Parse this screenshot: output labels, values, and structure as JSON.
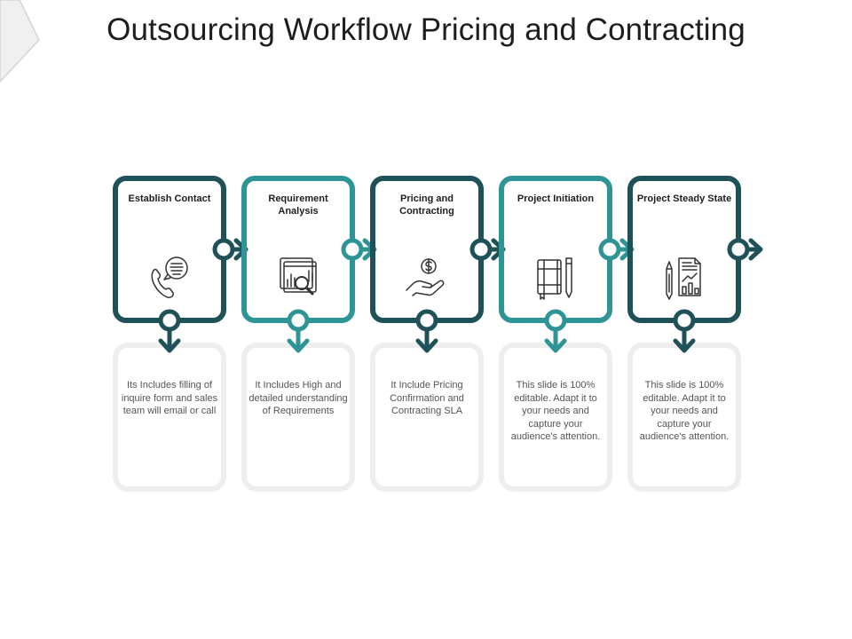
{
  "title": "Outsourcing Workflow Pricing and Contracting",
  "colors": {
    "dark": "#1f5258",
    "teal": "#2e9496",
    "ghost": "#eeeeee",
    "text": "#555555"
  },
  "steps": [
    {
      "label": "Establish Contact",
      "icon": "phone-chat-icon",
      "color": "dark",
      "description": "Its Includes filling of inquire form and sales team will email or call"
    },
    {
      "label": "Requirement Analysis",
      "icon": "analysis-magnifier-icon",
      "color": "teal",
      "description": "It Includes High and detailed understanding of Requirements"
    },
    {
      "label": "Pricing and Contracting",
      "icon": "hand-dollar-icon",
      "color": "dark",
      "description": "It Include Pricing Confirmation and Contracting SLA"
    },
    {
      "label": "Project Initiation",
      "icon": "notebook-pencil-icon",
      "color": "teal",
      "description": "This slide is 100% editable. Adapt it to your needs and capture your audience's attention."
    },
    {
      "label": "Project Steady State",
      "icon": "pencil-report-icon",
      "color": "dark",
      "description": "This slide is 100% editable. Adapt it to your needs and capture your audience's attention."
    }
  ]
}
